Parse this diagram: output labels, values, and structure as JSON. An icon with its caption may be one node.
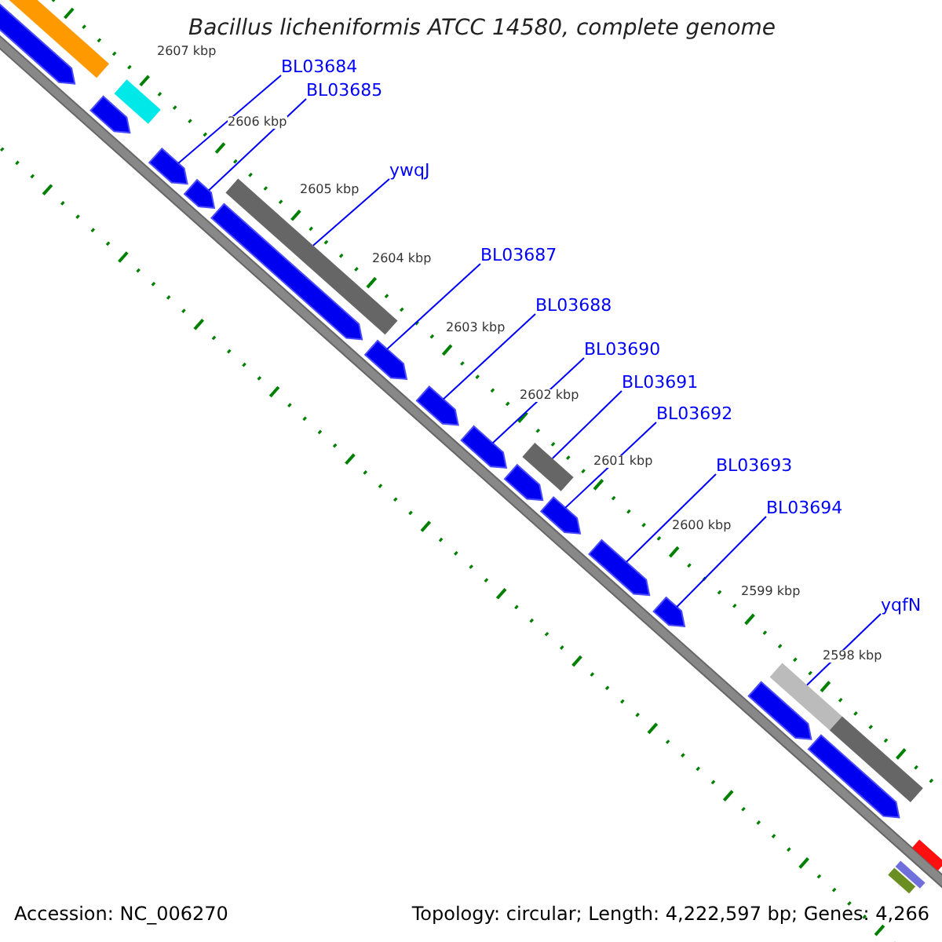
{
  "diagram": {
    "title": "Bacillus licheniformis ATCC 14580, complete genome",
    "nodes": [
      {
        "text": [
          "BL03684"
        ]
      },
      {
        "text": [
          "BL03685"
        ]
      },
      {
        "text": [
          "ywqJ"
        ]
      },
      {
        "text": [
          "BL03687"
        ]
      },
      {
        "text": [
          "BL03688"
        ]
      },
      {
        "text": [
          "BL03690"
        ]
      },
      {
        "text": [
          "BL03691"
        ]
      },
      {
        "text": [
          "BL03692"
        ]
      },
      {
        "text": [
          "BL03693"
        ]
      },
      {
        "text": [
          "BL03694"
        ]
      },
      {
        "text": [
          "yqfN"
        ]
      },
      {
        "text": [],
        "shape": "pentagon"
      },
      {
        "text": [],
        "shape": "box"
      },
      {
        "text": [],
        "shape": "pentagon"
      },
      {
        "text": [],
        "shape": "box"
      },
      {
        "text": [],
        "shape": "pentagon"
      },
      {
        "text": [],
        "shape": "pentagon"
      },
      {
        "text": [],
        "shape": "box"
      },
      {
        "text": [],
        "shape": "pentagon"
      },
      {
        "text": [],
        "shape": "pentagon"
      },
      {
        "text": [],
        "shape": "pentagon"
      },
      {
        "text": [],
        "shape": "pentagon"
      },
      {
        "text": [],
        "shape": "box"
      },
      {
        "text": [],
        "shape": "pentagon"
      },
      {
        "text": [],
        "shape": "pentagon"
      },
      {
        "text": [],
        "shape": "pentagon"
      },
      {
        "text": [],
        "shape": "pentagon"
      },
      {
        "text": [],
        "shape": "pentagon"
      },
      {
        "text": [],
        "shape": "box"
      },
      {
        "text": [],
        "shape": "box"
      },
      {
        "text": [],
        "shape": "pentagon"
      },
      {
        "text": [],
        "shape": "bar"
      },
      {
        "text": [],
        "shape": "bar"
      },
      {
        "text": [],
        "shape": "bar"
      }
    ],
    "edges": [
      {
        "from": 0,
        "to": 15,
        "arrow": "none"
      },
      {
        "from": 1,
        "to": 16,
        "arrow": "none"
      },
      {
        "from": 2,
        "to": 17,
        "arrow": "none"
      },
      {
        "from": 3,
        "to": 19,
        "arrow": "none"
      },
      {
        "from": 4,
        "to": 20,
        "arrow": "none"
      },
      {
        "from": 5,
        "to": 21,
        "arrow": "none"
      },
      {
        "from": 6,
        "to": 22,
        "arrow": "none"
      },
      {
        "from": 7,
        "to": 24,
        "arrow": "none"
      },
      {
        "from": 8,
        "to": 25,
        "arrow": "none"
      },
      {
        "from": 9,
        "to": 26,
        "arrow": "none"
      },
      {
        "from": 10,
        "to": 28,
        "arrow": "none"
      }
    ],
    "labels": [
      "2607 kbp",
      "2606 kbp",
      "2605 kbp",
      "2604 kbp",
      "2603 kbp",
      "2602 kbp",
      "2601 kbp",
      "2600 kbp",
      "2599 kbp",
      "2598 kbp",
      "Accession: NC_006270",
      "Topology: circular; Length: 4,222,597 bp; Genes: 4,266"
    ]
  }
}
